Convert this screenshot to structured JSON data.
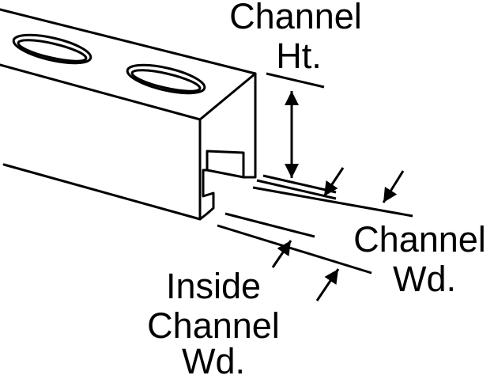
{
  "diagram": {
    "labels": {
      "channel_ht": [
        "Channel",
        "Ht."
      ],
      "channel_wd": [
        "Channel",
        "Wd."
      ],
      "inside_channel_wd": [
        "Inside",
        "Channel",
        "Wd."
      ]
    },
    "colors": {
      "stroke": "#000000",
      "background": "#ffffff"
    }
  }
}
